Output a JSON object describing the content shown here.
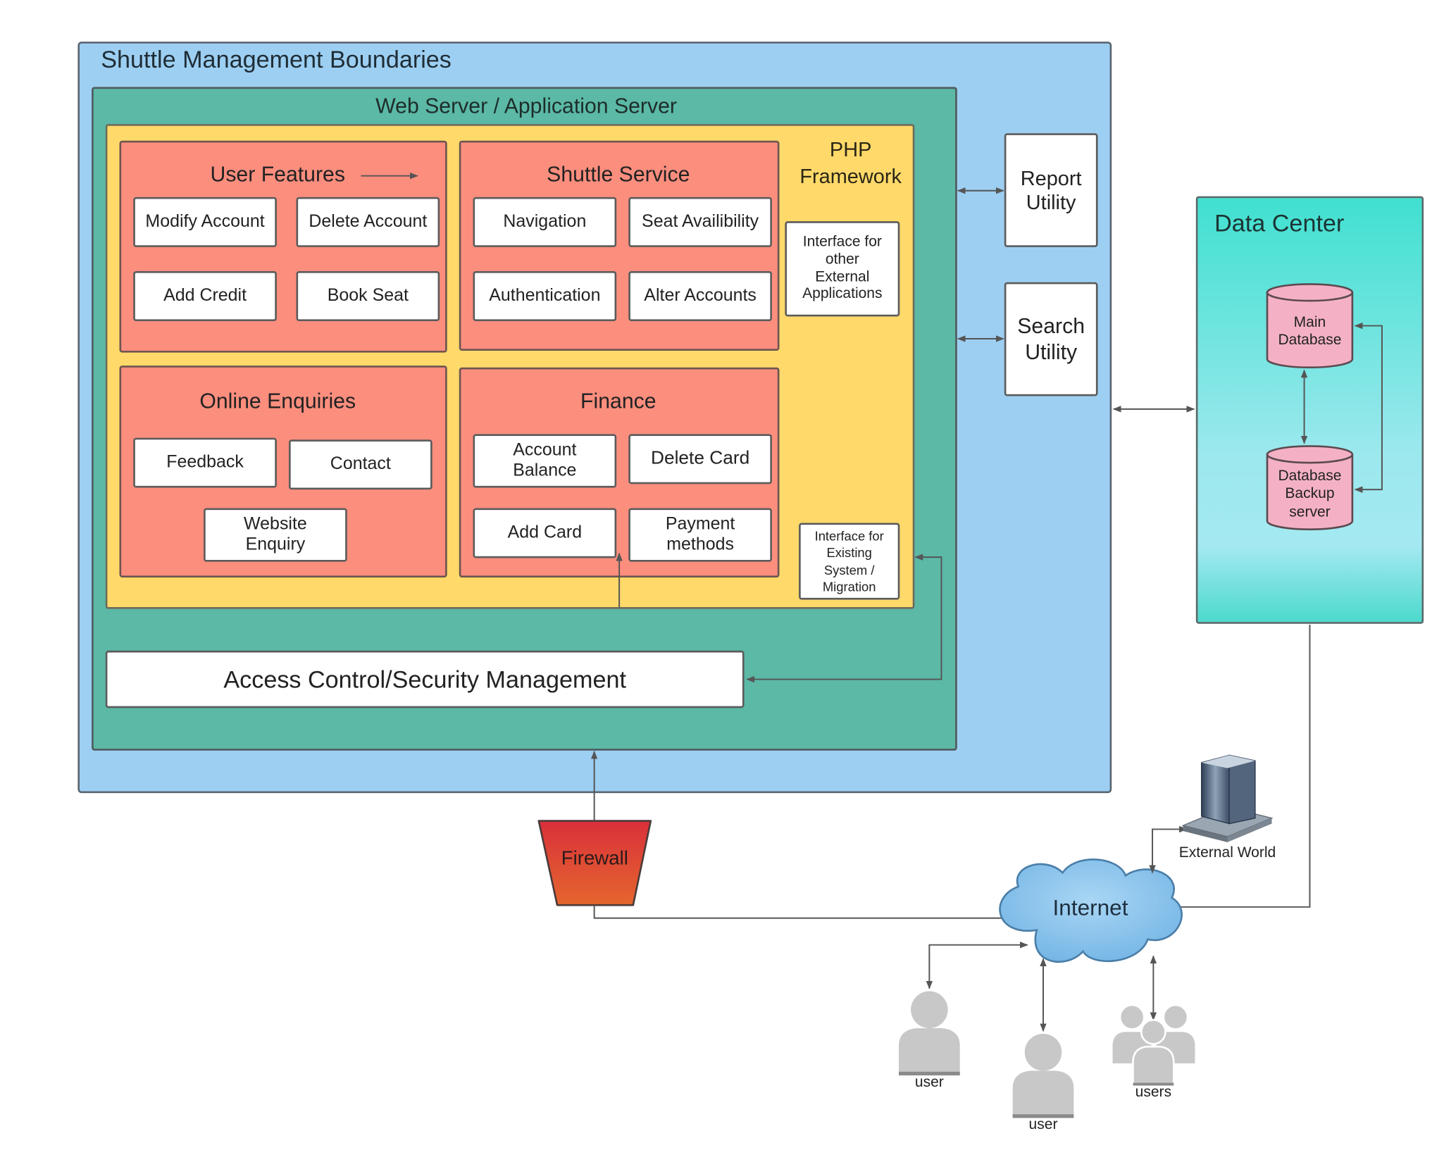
{
  "boundary": {
    "title": "Shuttle Management Boundaries"
  },
  "web_server": {
    "title": "Web Server / Application Server"
  },
  "php": {
    "title": "PHP\nFramework",
    "interface_external": "Interface for\nother\nExternal\nApplications",
    "interface_existing": "Interface for\nExisting\nSystem /\nMigration"
  },
  "modules": {
    "user_features": {
      "title": "User Features",
      "items": [
        "Modify Account",
        "Delete Account",
        "Add Credit",
        "Book Seat"
      ]
    },
    "shuttle_service": {
      "title": "Shuttle Service",
      "items": [
        "Navigation",
        "Seat Availibility",
        "Authentication",
        "Alter Accounts"
      ]
    },
    "online_enquiries": {
      "title": "Online Enquiries",
      "items": [
        "Feedback",
        "Contact",
        "Website\nEnquiry"
      ]
    },
    "finance": {
      "title": "Finance",
      "items": [
        "Account\nBalance",
        "Delete Card",
        "Add Card",
        "Payment\nmethods"
      ]
    }
  },
  "access_control": "Access Control/Security Management",
  "utilities": {
    "report": "Report\nUtility",
    "search": "Search\nUtility"
  },
  "data_center": {
    "title": "Data Center",
    "main_db": "Main\nDatabase",
    "backup_db": "Database\nBackup\nserver"
  },
  "firewall": "Firewall",
  "internet": "Internet",
  "external_world": "External World",
  "people": {
    "user_left": "user",
    "user_middle": "user",
    "users_group": "users"
  },
  "colors": {
    "boundary": "#9dcff2",
    "web_server": "#5bb9a6",
    "php": "#ffd96a",
    "module": "#fc8e7e",
    "database": "#f4b1c5",
    "firewall_top": "#d9303a",
    "firewall_bottom": "#e5662e",
    "cloud": "#8cc5ec"
  }
}
